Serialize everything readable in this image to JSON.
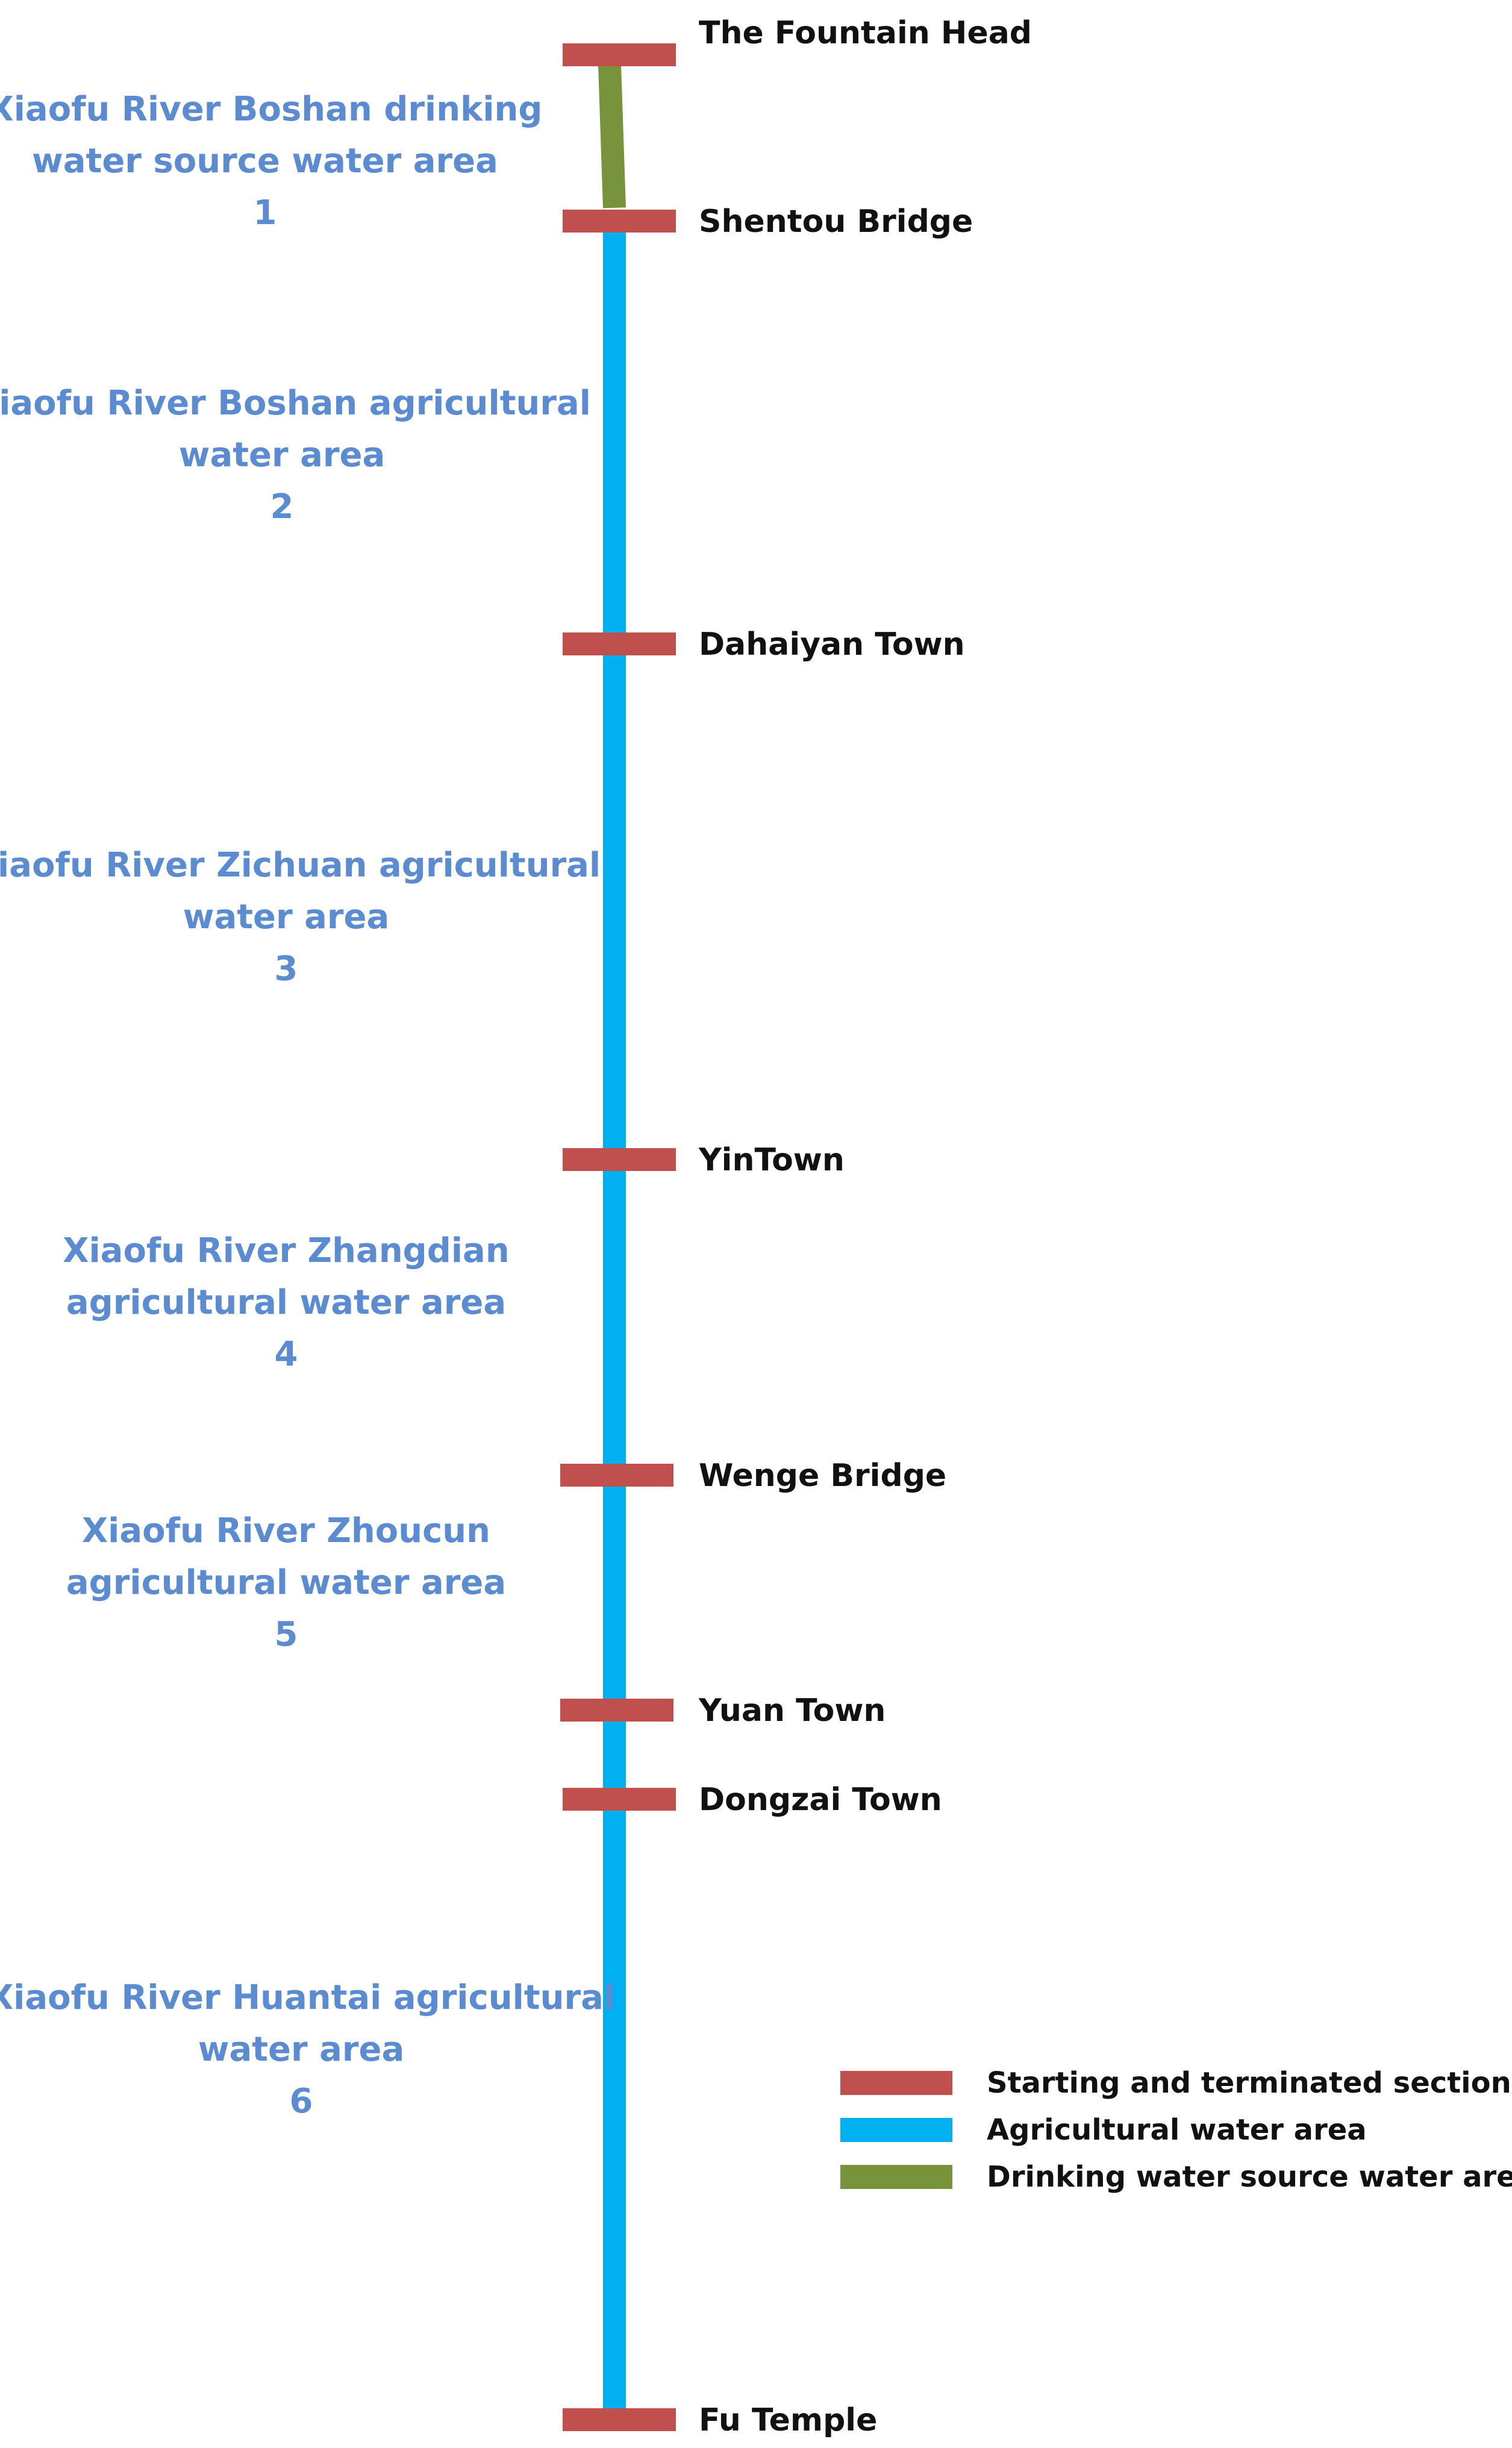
{
  "colors": {
    "section_marker": "#c0504d",
    "agricultural": "#00b0f0",
    "drinking": "#77933c",
    "area_text": "#5b8bd0"
  },
  "sections": [
    {
      "name": "The Fountain Head"
    },
    {
      "name": "Shentou Bridge"
    },
    {
      "name": "Dahaiyan Town"
    },
    {
      "name": "YinTown"
    },
    {
      "name": "Wenge Bridge"
    },
    {
      "name": "Yuan Town"
    },
    {
      "name": "Dongzai Town"
    },
    {
      "name": "Fu Temple"
    }
  ],
  "areas": [
    {
      "line1": "Xiaofu River Boshan drinking",
      "line2": "water source water area",
      "number": "1",
      "type": "drinking"
    },
    {
      "line1": "Xiaofu River Boshan agricultural",
      "line2": "water area",
      "number": "2",
      "type": "agricultural"
    },
    {
      "line1": "Xiaofu River Zichuan agricultural",
      "line2": "water area",
      "number": "3",
      "type": "agricultural"
    },
    {
      "line1": "Xiaofu River Zhangdian",
      "line2": "agricultural water area",
      "number": "4",
      "type": "agricultural"
    },
    {
      "line1": "Xiaofu River Zhoucun",
      "line2": "agricultural water area",
      "number": "5",
      "type": "agricultural"
    },
    {
      "line1": "Xiaofu River Huantai agricultural",
      "line2": "water area",
      "number": "6",
      "type": "agricultural"
    }
  ],
  "legend": {
    "sections": "Starting and terminated sections",
    "agricultural": "Agricultural water area",
    "drinking": "Drinking water source water area"
  }
}
